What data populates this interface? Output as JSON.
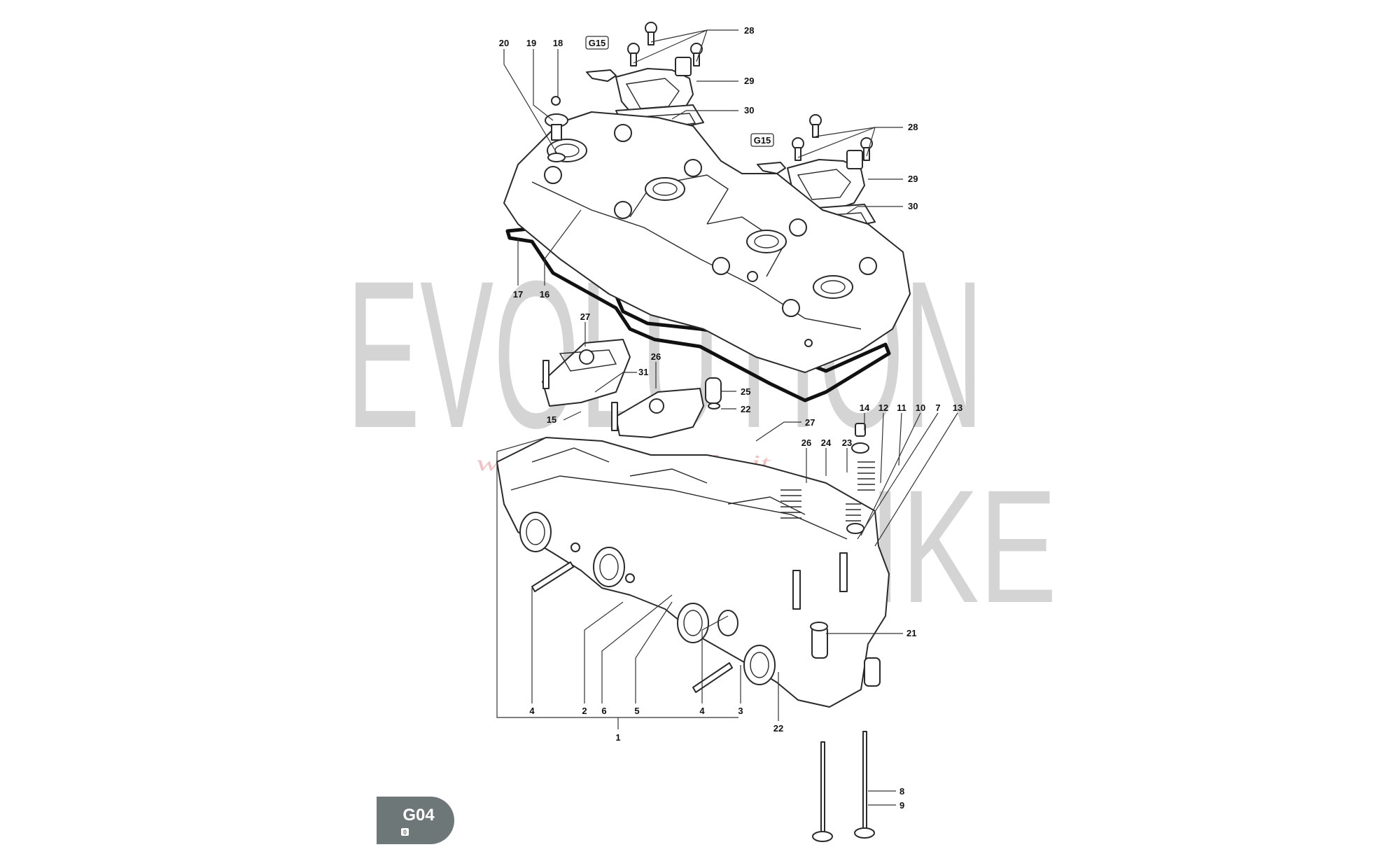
{
  "watermark": {
    "word1": "EVOLUTION",
    "word2": "BIKE",
    "sub": "www.evolutionbike.it"
  },
  "badge": {
    "code": "G04",
    "revision": "0",
    "color": "#6e7777"
  },
  "references": [
    "G15",
    "G15"
  ],
  "callouts": [
    {
      "id": "c20",
      "label": "20"
    },
    {
      "id": "c19",
      "label": "19"
    },
    {
      "id": "c18",
      "label": "18"
    },
    {
      "id": "c28a",
      "label": "28"
    },
    {
      "id": "c29a",
      "label": "29"
    },
    {
      "id": "c30a",
      "label": "30"
    },
    {
      "id": "c28b",
      "label": "28"
    },
    {
      "id": "c29b",
      "label": "29"
    },
    {
      "id": "c30b",
      "label": "30"
    },
    {
      "id": "c17",
      "label": "17"
    },
    {
      "id": "c16",
      "label": "16"
    },
    {
      "id": "c27a",
      "label": "27"
    },
    {
      "id": "c26a",
      "label": "26"
    },
    {
      "id": "c31",
      "label": "31"
    },
    {
      "id": "c25",
      "label": "25"
    },
    {
      "id": "c22a",
      "label": "22"
    },
    {
      "id": "c15",
      "label": "15"
    },
    {
      "id": "c27b",
      "label": "27"
    },
    {
      "id": "c14",
      "label": "14"
    },
    {
      "id": "c12",
      "label": "12"
    },
    {
      "id": "c11",
      "label": "11"
    },
    {
      "id": "c10",
      "label": "10"
    },
    {
      "id": "c7",
      "label": "7"
    },
    {
      "id": "c13",
      "label": "13"
    },
    {
      "id": "c26b",
      "label": "26"
    },
    {
      "id": "c24",
      "label": "24"
    },
    {
      "id": "c23",
      "label": "23"
    },
    {
      "id": "c21",
      "label": "21"
    },
    {
      "id": "c4a",
      "label": "4"
    },
    {
      "id": "c2",
      "label": "2"
    },
    {
      "id": "c6",
      "label": "6"
    },
    {
      "id": "c5",
      "label": "5"
    },
    {
      "id": "c4b",
      "label": "4"
    },
    {
      "id": "c3",
      "label": "3"
    },
    {
      "id": "c22b",
      "label": "22"
    },
    {
      "id": "c1",
      "label": "1"
    },
    {
      "id": "c8",
      "label": "8"
    },
    {
      "id": "c9",
      "label": "9"
    }
  ]
}
